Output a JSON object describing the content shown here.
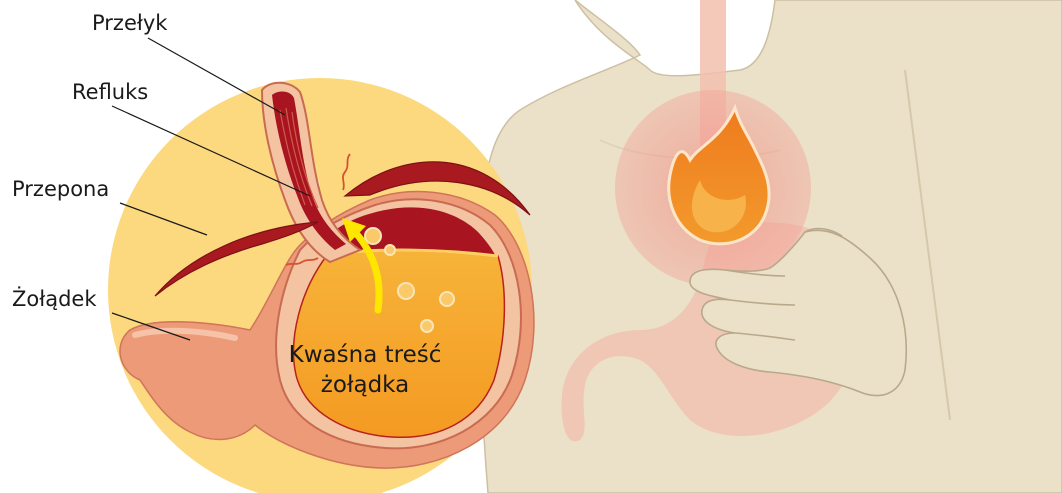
{
  "labels": {
    "esophagus": "Przełyk",
    "reflux": "Refluks",
    "diaphragm": "Przepona",
    "stomach": "Żołądek"
  },
  "stomach_content": {
    "line1": "Kwaśna treść",
    "line2": "żołądka"
  },
  "colors": {
    "zoom_circle": "#fcd97e",
    "body": "#ebe1c8",
    "body_outline": "#cdbfa3",
    "stomach_outer": "#ec9a78",
    "stomach_wall": "#f4c3a2",
    "stomach_inner": "#a8141f",
    "acid": "#f6a52a",
    "diaphragm": "#a91a20",
    "arrow": "#ffe600",
    "burn_glow": "#f2a499",
    "flame": "#f08a24"
  }
}
